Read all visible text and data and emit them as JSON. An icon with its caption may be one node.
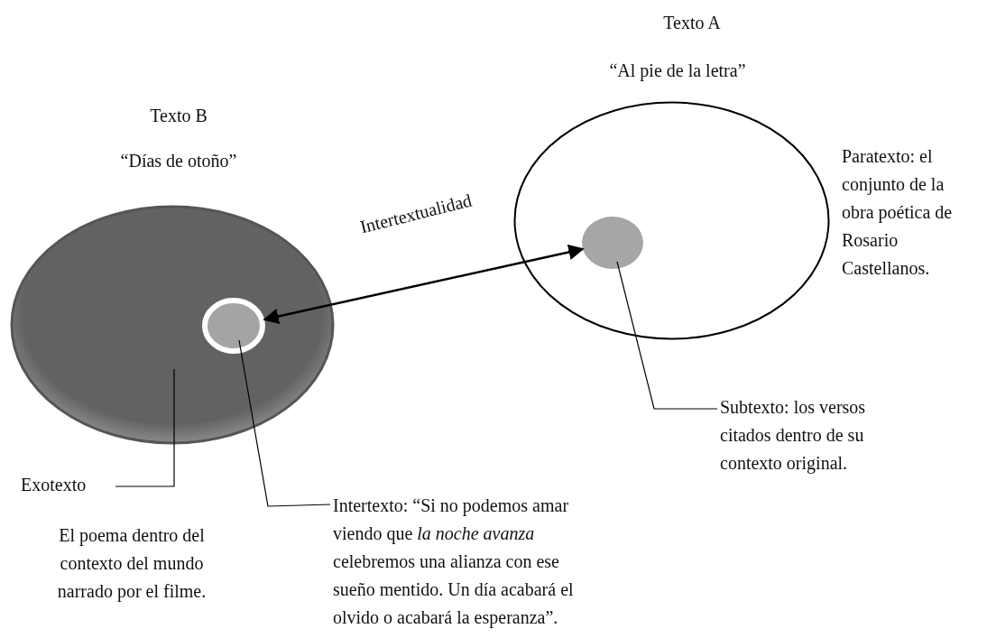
{
  "diagram": {
    "nodes": [
      {
        "text": [
          "Texto B",
          "“Días de otoño”"
        ]
      },
      {
        "text": [],
        "shape": "circle",
        "in": 0
      },
      {
        "text": [
          "Texto A",
          "“Al pie de la letra”"
        ],
        "beside": [
          "Paratexto: el conjunto de la obra poética de Rosario Castellanos."
        ]
      },
      {
        "text": [],
        "shape": "circle",
        "in": 2
      },
      {
        "text": [
          "Exotexto"
        ],
        "beside": [
          "El poema dentro del contexto del mundo narrado por el filme."
        ]
      },
      {
        "text": [
          "Intertexto: “Si no podemos amar viendo que *la noche avanza* celebremos una alianza con ese sueño mentido. Un día acabará el olvido o acabará la esperanza”."
        ]
      },
      {
        "text": [
          "Subtexto: los versos citados dentro de su contexto original."
        ]
      }
    ],
    "edges": [
      {
        "from": 1,
        "to": 3,
        "arrow": "both",
        "label": "Intertextualidad"
      },
      {
        "from": 4,
        "to": 0,
        "arrow": "none"
      },
      {
        "from": 5,
        "to": 1,
        "arrow": "none"
      },
      {
        "from": 6,
        "to": 3,
        "arrow": "none"
      }
    ]
  }
}
